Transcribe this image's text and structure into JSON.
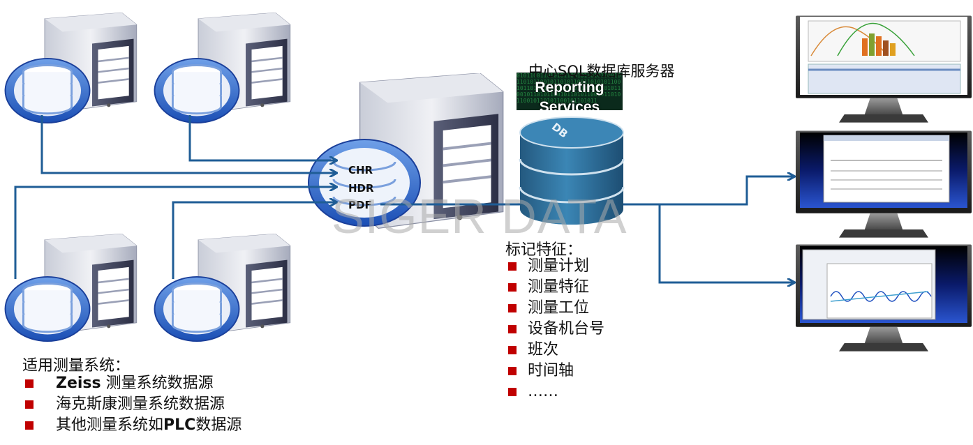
{
  "central_server": {
    "title": "中心SQL数据库服务器",
    "reporting_line1": "Reporting",
    "reporting_line2": "Services",
    "db_label": "DB"
  },
  "file_types": [
    "CHR",
    "HDR",
    "PDF"
  ],
  "watermark": "SIGER DATA",
  "features": {
    "heading": "标记特征：",
    "items": [
      "测量计划",
      "测量特征",
      "测量工位",
      "设备机台号",
      "班次",
      "时间轴",
      "……"
    ]
  },
  "systems": {
    "heading": "适用测量系统：",
    "items": [
      {
        "bold": "Zeiss",
        "text": " 测量系统数据源"
      },
      {
        "bold": "",
        "text": "海克斯康测量系统数据源"
      },
      {
        "bold": "",
        "text": "其他测量系统如",
        "bold2": "PLC",
        "text2": "数据源"
      }
    ]
  },
  "colors": {
    "connector": "#1f5d96",
    "bullet": "#c00000",
    "db_blue": "#2b6f9c"
  }
}
